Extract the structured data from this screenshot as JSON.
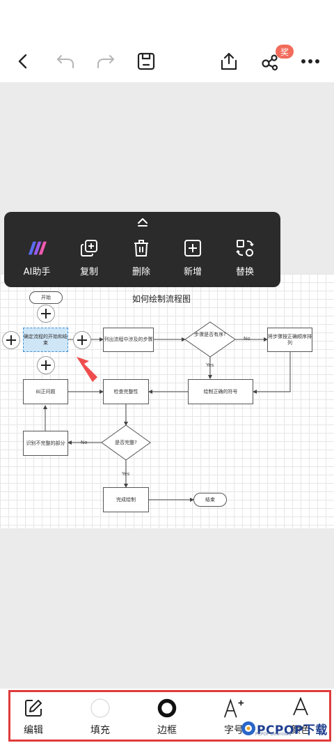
{
  "toolbar": {
    "badge": "奖"
  },
  "context_menu": {
    "items": [
      {
        "label": "AI助手",
        "icon": "ai-logo-icon"
      },
      {
        "label": "复制",
        "icon": "copy-icon"
      },
      {
        "label": "删除",
        "icon": "trash-icon"
      },
      {
        "label": "新增",
        "icon": "add-box-icon"
      },
      {
        "label": "替换",
        "icon": "replace-icon"
      }
    ]
  },
  "flowchart": {
    "title": "如何绘制流程图",
    "nodes": {
      "start": "开始",
      "define": "确定流程的开始和结束",
      "list_steps": "列出流程中涉及的步骤",
      "ordered": "步骤是否有序?",
      "sort": "将步骤按正确顺序排列",
      "draw_symbols": "绘制正确的符号",
      "check": "检查完整性",
      "fix": "纠正问题",
      "complete_q": "是否完整?",
      "identify": "识别不完整的部分",
      "finish_draw": "完成绘制",
      "end": "结束"
    },
    "edges": {
      "no1": "No",
      "yes1": "Yes",
      "no2": "No",
      "yes2": "Yes"
    }
  },
  "bottom_bar": {
    "items": [
      {
        "label": "编辑",
        "icon": "edit-icon"
      },
      {
        "label": "填充",
        "icon": "fill-circle-icon"
      },
      {
        "label": "边框",
        "icon": "border-ring-icon"
      },
      {
        "label": "字号",
        "icon": "font-size-icon"
      },
      {
        "label": "颜色",
        "icon": "font-color-icon"
      }
    ]
  },
  "watermark": {
    "brand": "PCPOP下载",
    "sub": "PCPOP Download"
  },
  "colors": {
    "accent_red": "#e03b3b",
    "badge": "#f26b5b",
    "menu_bg": "#2b2b2b"
  }
}
